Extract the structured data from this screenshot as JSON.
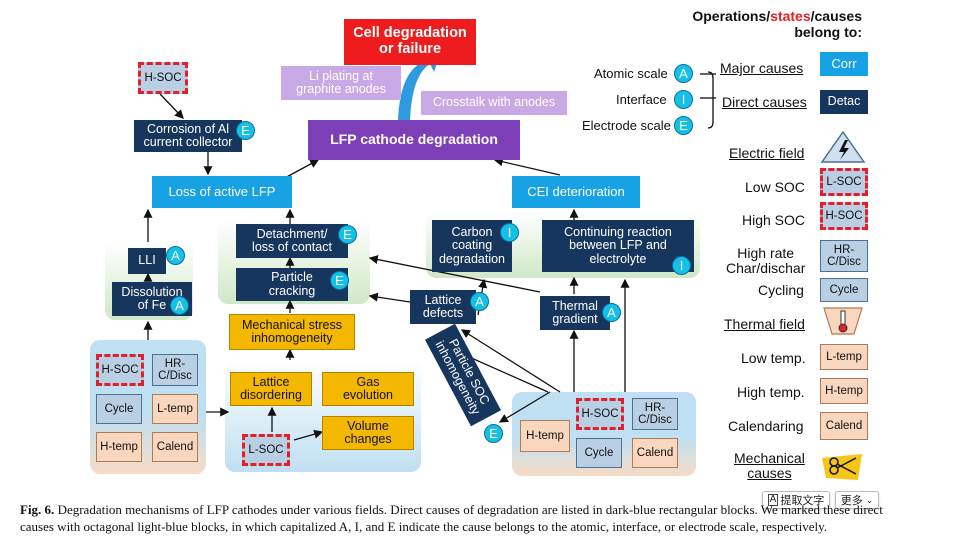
{
  "diagram": {
    "top": {
      "cell_degradation": "Cell degradation\nor failure",
      "li_plating": "Li plating at\ngraphite anodes",
      "crosstalk": "Crosstalk with anodes",
      "lfp_cathode": "LFP cathode degradation"
    },
    "left": {
      "hsoc_top": "H-SOC",
      "corrosion": "Corrosion of Al\ncurrent collector",
      "loss_active": "Loss of active LFP",
      "lli": "LLI",
      "dissolution": "Dissolution\nof Fe"
    },
    "middle": {
      "detachment": "Detachment/\nloss of contact",
      "particle_cracking": "Particle\ncracking",
      "mech_stress": "Mechanical stress\ninhomogeneity",
      "lattice_disordering": "Lattice\ndisordering",
      "gas_evolution": "Gas\nevolution",
      "volume_changes": "Volume\nchanges",
      "lsoc": "L-SOC",
      "lattice_defects": "Lattice\ndefects",
      "particle_soc": "Particle SOC\ninhomogeneity"
    },
    "right": {
      "cei": "CEI deterioration",
      "carbon_coating": "Carbon\ncoating\ndegradation",
      "continuing": "Continuing reaction\nbetween LFP and\nelectrolyte",
      "thermal_gradient": "Thermal\ngradient"
    },
    "left_zone": {
      "hsoc": "H-SOC",
      "hrcdisc": "HR-\nC/Disc",
      "cycle": "Cycle",
      "ltemp": "L-temp",
      "htemp": "H-temp",
      "calend": "Calend"
    },
    "right_zone": {
      "hsoc": "H-SOC",
      "hrcdisc": "HR-\nC/Disc",
      "htemp": "H-temp",
      "cycle": "Cycle",
      "calend": "Calend"
    },
    "badges": {
      "a": "A",
      "i": "I",
      "e": "E"
    }
  },
  "legend": {
    "title": "Operations/states/causes\nbelong to:",
    "title_parts": [
      "Operations/",
      "states",
      "/causes"
    ],
    "title_line2": "belong to:",
    "atomic": "Atomic scale",
    "interface": "Interface",
    "electrode": "Electrode scale",
    "major": "Major causes",
    "direct": "Direct causes",
    "corr": "Corr",
    "detac": "Detac",
    "electric_field": "Electric field",
    "low_soc": "Low SOC",
    "lsoc": "L-SOC",
    "high_soc": "High SOC",
    "hsoc": "H-SOC",
    "high_rate": "High rate\nChar/dischar",
    "hrcdisc": "HR-\nC/Disc",
    "cycling": "Cycling",
    "cycle": "Cycle",
    "thermal_field": "Thermal field",
    "low_temp": "Low temp.",
    "ltemp": "L-temp",
    "high_temp": "High temp.",
    "htemp": "H-temp",
    "calendaring": "Calendaring",
    "calend": "Calend",
    "mechanical": "Mechanical\ncauses"
  },
  "caption": {
    "label": "Fig. 6.",
    "text1": " Degradation mechanisms of LFP cathodes under various fields. Direct causes of degradation are listed in dark-blue rectangular blocks. We marked these direct",
    "text2": "causes with octagonal light-blue blocks, in which capitalized A, I, and E indicate the cause belongs to the atomic, interface, or electrode scale, respectively."
  },
  "toolbar": {
    "extract": "提取文字",
    "more": "更多"
  },
  "colors": {
    "navy": "#17365d",
    "light_blue": "#17a2e6",
    "orange": "#f5b800",
    "purple": "#7d3fb8",
    "red": "#ee1c1c",
    "lavender": "#c9a8e6",
    "badge": "#14c0e8"
  }
}
